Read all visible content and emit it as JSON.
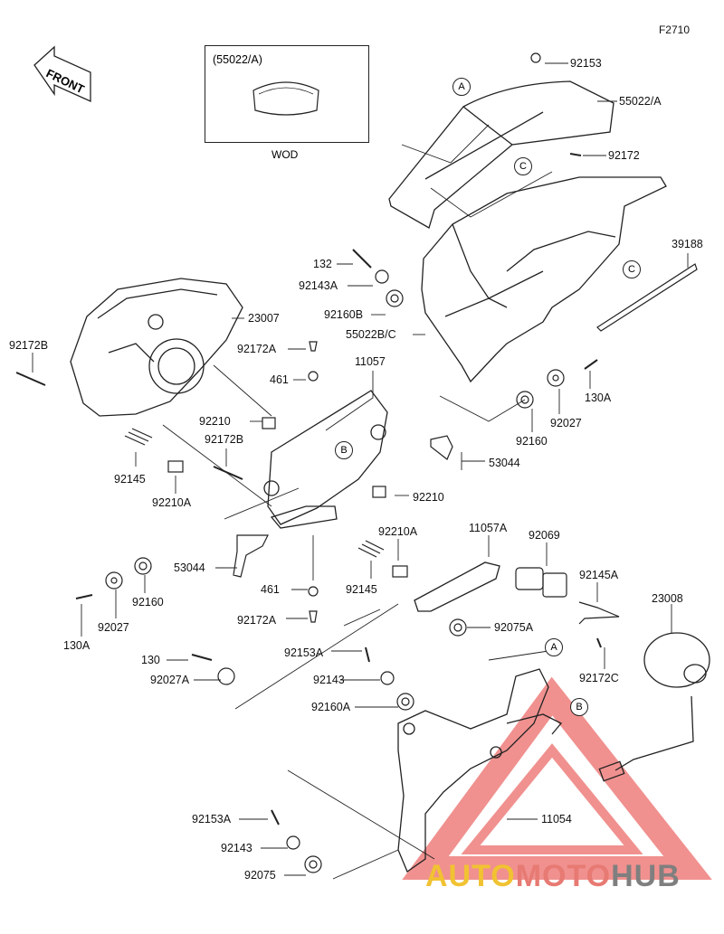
{
  "figure_code": "F2710",
  "front_label": "FRONT",
  "wod_box": {
    "code": "(55022/A)",
    "caption": "WOD"
  },
  "callouts": {
    "A": "A",
    "B": "B",
    "C": "C"
  },
  "labels": {
    "p92153": "92153",
    "p55022A": "55022/A",
    "p92172": "92172",
    "p39188": "39188",
    "p132": "132",
    "p92143A": "92143A",
    "p92160B": "92160B",
    "p55022BC": "55022B/C",
    "p11057": "11057",
    "p23007": "23007",
    "p92172B_left": "92172B",
    "p92172A_top": "92172A",
    "p461_top": "461",
    "p92210_top": "92210",
    "p92145_left": "92145",
    "p92210A_left": "92210A",
    "p92172B_mid": "92172B",
    "p53044_right": "53044",
    "p92210_mid": "92210",
    "p130A_right": "130A",
    "p92027_right": "92027",
    "p92160_right": "92160",
    "p53044_left": "53044",
    "p92160_left": "92160",
    "p92027_left": "92027",
    "p130A_left": "130A",
    "p461_bot": "461",
    "p92172A_bot": "92172A",
    "p92210A_mid": "92210A",
    "p92145_mid": "92145",
    "p11057A": "11057A",
    "p92069": "92069",
    "p92075A": "92075A",
    "p92145A": "92145A",
    "p92172C": "92172C",
    "p23008": "23008",
    "p130": "130",
    "p92027A": "92027A",
    "p92153A_mid": "92153A",
    "p92143_mid": "92143",
    "p92160A": "92160A",
    "p11054": "11054",
    "p92153A_bot": "92153A",
    "p92143_bot": "92143",
    "p92075": "92075"
  },
  "watermark": {
    "part1": "AUTO",
    "part2": "MOTO",
    "part3": "HUB"
  },
  "colors": {
    "line": "#222222",
    "watermark_red": "#e53935",
    "watermark_yellow": "#f1c232",
    "watermark_gray": "#7f7f7f"
  }
}
